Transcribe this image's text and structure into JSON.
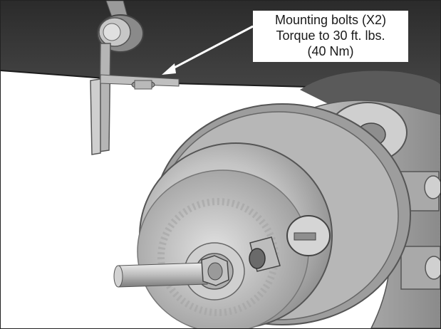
{
  "callout": {
    "line1": "Mounting bolts (X2)",
    "line2": "Torque to 30 ft. lbs.",
    "line3": "(40 Nm)"
  },
  "colors": {
    "frame_dark": "#3c3c3c",
    "frame_shadow": "#232323",
    "metal_light": "#d9d9d9",
    "metal_mid": "#a8a8a8",
    "metal_dark": "#6e6e6e",
    "background": "#ffffff",
    "arrow": "#ffffff"
  },
  "icons": {
    "pointer": "arrow-icon"
  }
}
